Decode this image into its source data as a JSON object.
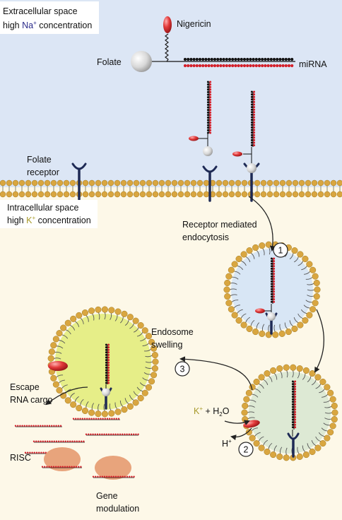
{
  "labels": {
    "extracellular_line1": "Extracellular space",
    "extracellular_line2_pre": "high ",
    "extracellular_ion": "Na",
    "extracellular_ion_sup": "+",
    "extracellular_line2_post": " concentration",
    "nigericin": "Nigericin",
    "folate": "Folate",
    "mirna": "miRNA",
    "folate_receptor_line1": "Folate",
    "folate_receptor_line2": "receptor",
    "intracellular_line1": "Intracellular space",
    "intracellular_line2_pre": "high ",
    "intracellular_ion": "K",
    "intracellular_ion_sup": "+",
    "intracellular_line2_post": " concentration",
    "rme_line1": "Receptor mediated",
    "rme_line2": "endocytosis",
    "endosome_line1": "Endosome",
    "endosome_line2": "swelling",
    "escape_line1": "Escape",
    "escape_line2": "RNA cargo",
    "risc": "RISC",
    "gene_line1": "Gene",
    "gene_line2": "modulation",
    "k_ion": "K",
    "k_sup": "+",
    "plus_h2o_pre": " + H",
    "h2o_sub": "2",
    "h2o_post": "O",
    "h_ion": "H",
    "h_sup": "+",
    "step1": "1",
    "step2": "2",
    "step3": "3"
  },
  "colors": {
    "extracellular_bg": "#dce6f5",
    "intracellular_bg": "#fdf8e8",
    "lipid_head": "#d9a640",
    "receptor": "#1e2a55",
    "nigericin": "#d4202a",
    "endosome1_fill": "#d8e6f5",
    "endosome2_fill": "#dde9d4",
    "endosome3_fill": "#e6ee88",
    "risc": "#e8a47c",
    "k_ion": "#a89a2a",
    "na_ion": "#2a2a8a"
  }
}
